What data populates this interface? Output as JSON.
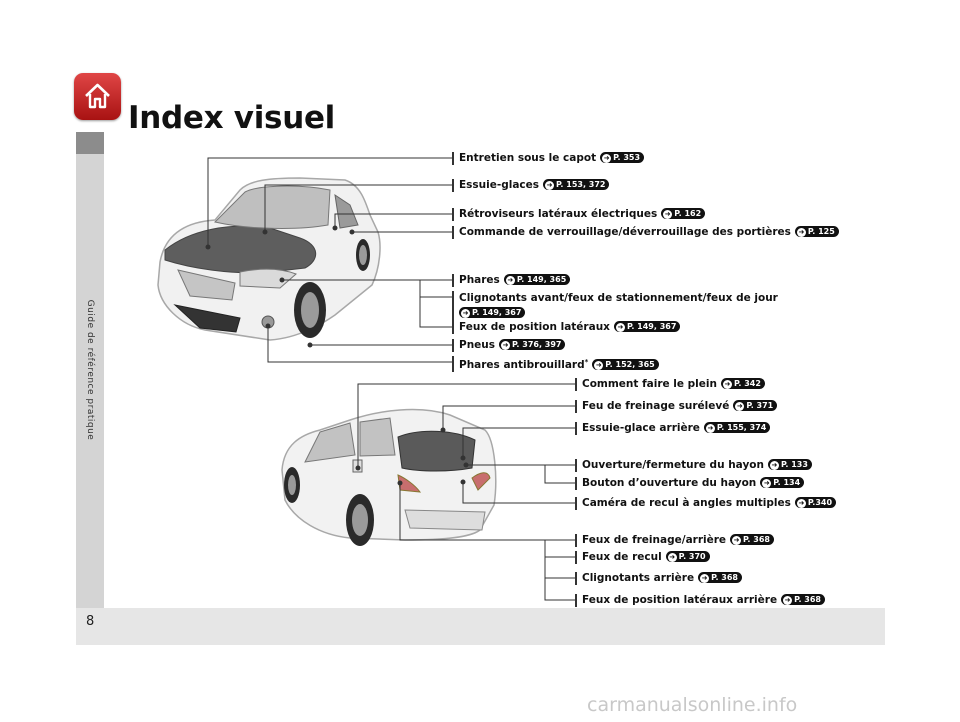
{
  "page": {
    "title": "Index visuel",
    "sidebar_label": "Guide de référence pratique",
    "page_number": "8",
    "watermark": "carmanualsonline.info"
  },
  "front_callouts": [
    {
      "label": "Entretien sous le capot",
      "refs": "P. 353"
    },
    {
      "label": "Essuie-glaces",
      "refs": "P. 153, 372"
    },
    {
      "label": "Rétroviseurs latéraux électriques",
      "refs": "P. 162"
    },
    {
      "label": "Commande de verrouillage/déverrouillage des portières",
      "refs": "P. 125"
    },
    {
      "label": "Phares",
      "refs": "P. 149, 365"
    },
    {
      "label": "Clignotants avant/feux de stationnement/feux de jour",
      "refs": "P. 149, 367"
    },
    {
      "label": "Feux de position latéraux",
      "refs": "P. 149, 367"
    },
    {
      "label": "Pneus",
      "refs": "P. 376, 397"
    },
    {
      "label": "Phares antibrouillard",
      "sup": "*",
      "refs": "P. 152, 365"
    }
  ],
  "rear_callouts": [
    {
      "label": "Comment faire le plein",
      "refs": "P. 342"
    },
    {
      "label": "Feu de freinage surélevé",
      "refs": "P. 371"
    },
    {
      "label": "Essuie-glace arrière",
      "refs": "P. 155, 374"
    },
    {
      "label": "Ouverture/fermeture du hayon",
      "refs": "P. 133"
    },
    {
      "label": "Bouton d’ouverture du hayon",
      "refs": "P. 134"
    },
    {
      "label": "Caméra de recul à angles multiples",
      "refs": "P.340"
    },
    {
      "label": "Feux de freinage/arrière",
      "refs": "P. 368"
    },
    {
      "label": "Feux de recul",
      "refs": "P. 370"
    },
    {
      "label": "Clignotants arrière",
      "refs": "P. 368"
    },
    {
      "label": "Feux de position latéraux arrière",
      "refs": "P. 368"
    }
  ],
  "icons": {
    "home": "home-icon",
    "ref_arrow": "arrow-right-icon"
  },
  "colors": {
    "home_button": "#c41f1f",
    "sidebar": "#d4d4d4",
    "footer": "#e6e6e6"
  }
}
